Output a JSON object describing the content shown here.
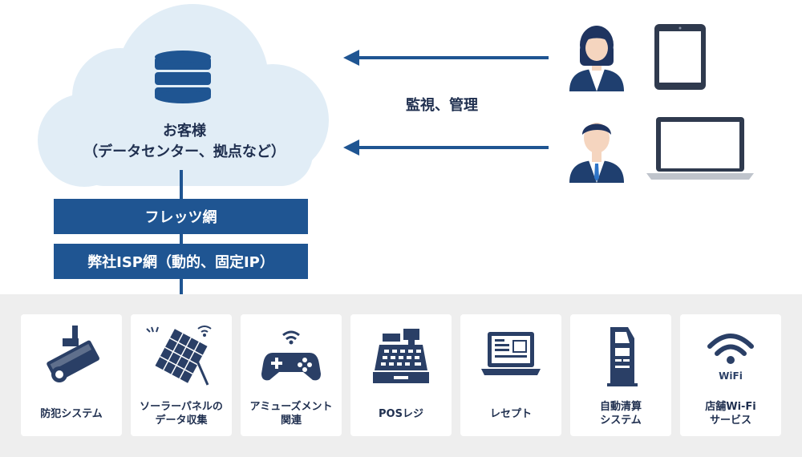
{
  "cloud": {
    "line1": "お客様",
    "line2": "（データセンター、拠点など）"
  },
  "bands": {
    "fletts": "フレッツ網",
    "isp": "弊社ISP網（動的、固定IP）"
  },
  "monitor_label": "監視、管理",
  "services": [
    {
      "line1": "防犯システム",
      "line2": ""
    },
    {
      "line1": "ソーラーパネルの",
      "line2": "データ収集"
    },
    {
      "line1": "アミューズメント",
      "line2": "関連"
    },
    {
      "line1": "POSレジ",
      "line2": ""
    },
    {
      "line1": "レセプト",
      "line2": ""
    },
    {
      "line1": "自動清算",
      "line2": "システム"
    },
    {
      "line1": "店舗Wi-Fi",
      "line2": "サービス"
    }
  ],
  "wifi_icon_text": "WiFi",
  "colors": {
    "navy": "#1f5592",
    "dark": "#2a3f66",
    "cloud": "#e1edf6",
    "panel": "#eeeeee"
  }
}
